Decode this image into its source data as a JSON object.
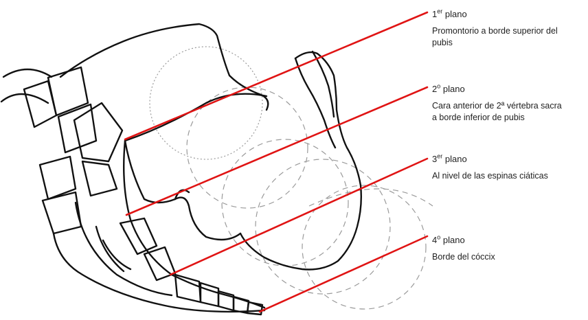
{
  "figure": {
    "line_color": "#e01414",
    "outline_color": "#111111",
    "guide_color": "#9a9a9a",
    "planes": [
      {
        "num": "1",
        "sup": "er",
        "word": "plano",
        "description_lines": [
          "Promontorio a borde superior del",
          "pubis"
        ]
      },
      {
        "num": "2",
        "sup": "o",
        "word": "plano",
        "description_lines": [
          "Cara anterior de 2ª vértebra sacra",
          "a borde inferior de pubis"
        ]
      },
      {
        "num": "3",
        "sup": "er",
        "word": "plano",
        "description_lines": [
          "Al nivel de las espinas ciáticas"
        ]
      },
      {
        "num": "4",
        "sup": "o",
        "word": "plano",
        "description_lines": [
          "Borde del cóccix"
        ]
      }
    ]
  }
}
